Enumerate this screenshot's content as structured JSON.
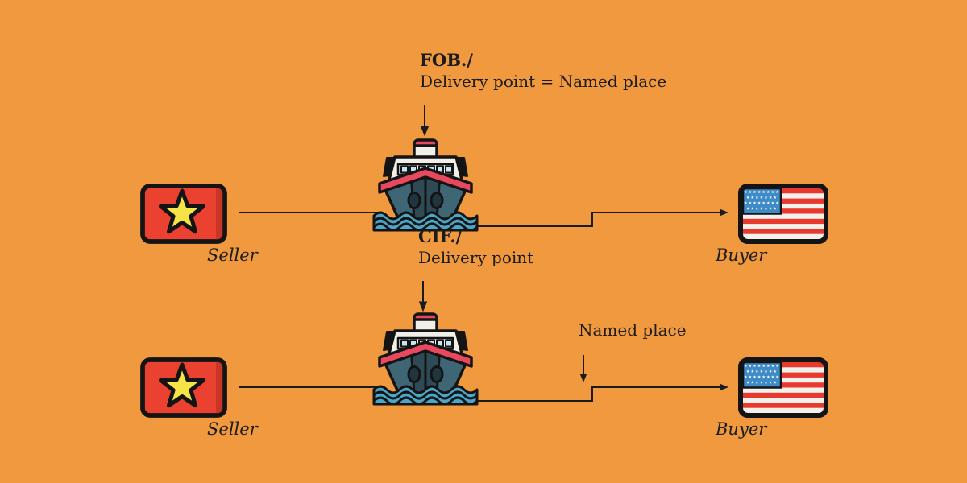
{
  "labels": {
    "fob": {
      "title": "FOB./",
      "subtitle": "Delivery point = Named place"
    },
    "cif": {
      "title": "CIF./",
      "subtitle": "Delivery point"
    },
    "named_place": "Named place"
  },
  "parties": {
    "row1": {
      "seller": "Seller",
      "buyer": "Buyer"
    },
    "row2": {
      "seller": "Seller",
      "buyer": "Buyer"
    }
  },
  "icons": {
    "seller_flag": "vietnam-flag",
    "buyer_flag": "usa-flag",
    "transport": "cargo-ship",
    "pointer": "down-arrow",
    "route": "stepped-arrow-line"
  },
  "colors": {
    "background": "#F0993E",
    "text": "#1C1C1C",
    "line": "#1B1B1B",
    "flag_red": "#EA4130",
    "flag_red_shade": "#C93526",
    "star_yellow": "#F6E347",
    "us_canton_blue": "#3E8BC7",
    "us_stripe_red": "#E8392F",
    "stripe_white": "#F3F1EB",
    "water_blue": "#4BA6C7",
    "ship_hull_dark": "#2E4A56",
    "ship_hull_mid": "#3E6674",
    "ship_stripe_red": "#E8495F",
    "ship_white": "#F2EFE8",
    "window_blue": "#C2E8F3"
  }
}
